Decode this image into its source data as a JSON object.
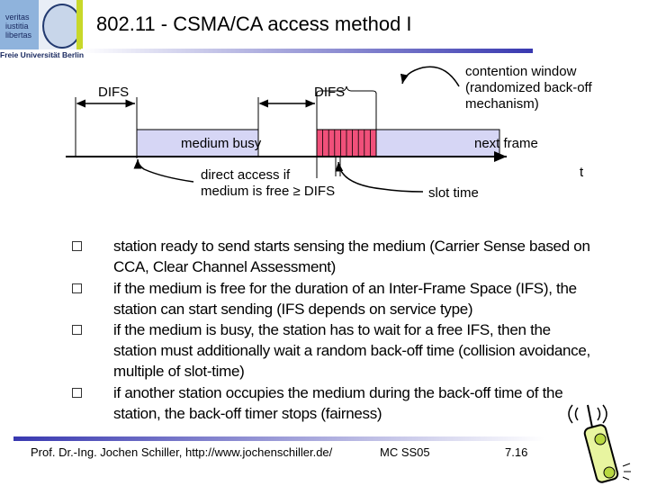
{
  "logo": {
    "motto": [
      "veritas",
      "iustitia",
      "libertas"
    ],
    "university": "Freie Universität Berlin"
  },
  "title": "802.11 - CSMA/CA access method I",
  "diagram": {
    "difs_left": "DIFS",
    "difs_right": "DIFS",
    "medium_busy": "medium busy",
    "next_frame": "next frame",
    "contention_window": [
      "contention window",
      "(randomized back-off",
      "mechanism)"
    ],
    "direct_access": [
      "direct access if",
      "medium is free ≥ DIFS"
    ],
    "slot_time": "slot time",
    "time_axis": "t",
    "colors": {
      "busy": "#d6d6f5",
      "contention": "#f0507a"
    }
  },
  "bullets": [
    "station ready to send starts sensing the medium (Carrier Sense based on CCA, Clear Channel Assessment)",
    "if the medium is free for the duration of an Inter-Frame Space (IFS), the station can start sending (IFS depends on service type)",
    "if the medium is busy, the station has to wait for a free IFS, then the station must additionally wait a random back-off time (collision avoidance, multiple of slot-time)",
    "if another station occupies the medium during the back-off time of the station, the back-off timer stops (fairness)"
  ],
  "footer": {
    "author": "Prof. Dr.-Ing. Jochen Schiller, http://www.jochenschiller.de/",
    "course": "MC SS05",
    "page": "7.16"
  }
}
